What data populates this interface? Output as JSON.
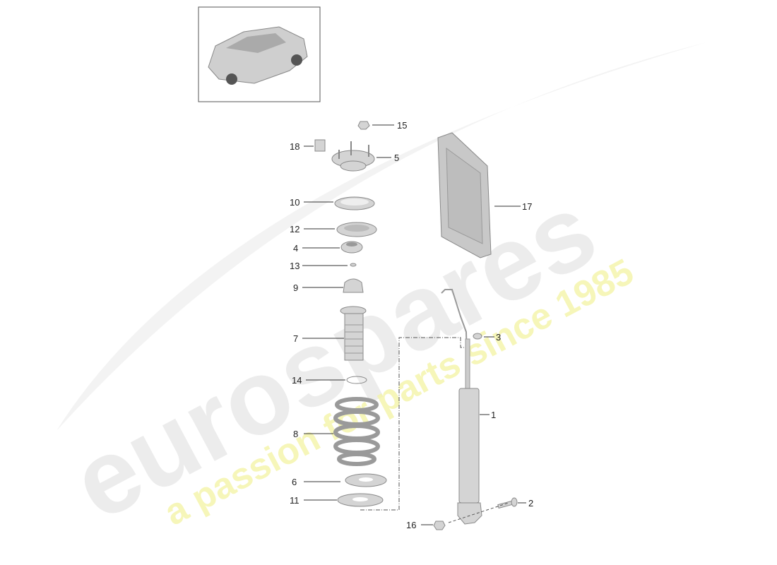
{
  "watermark": {
    "brand": "eurospares",
    "tagline": "a passion for parts since 1985",
    "brand_color": "#e8e8e8",
    "tagline_color": "#f4f4a8"
  },
  "thumbnail": {
    "subject": "car-rear-view"
  },
  "callouts": [
    {
      "id": "1",
      "label": "1"
    },
    {
      "id": "2",
      "label": "2"
    },
    {
      "id": "3",
      "label": "3"
    },
    {
      "id": "4",
      "label": "4"
    },
    {
      "id": "5",
      "label": "5"
    },
    {
      "id": "6",
      "label": "6"
    },
    {
      "id": "7",
      "label": "7"
    },
    {
      "id": "8",
      "label": "8"
    },
    {
      "id": "9",
      "label": "9"
    },
    {
      "id": "10",
      "label": "10"
    },
    {
      "id": "11",
      "label": "11"
    },
    {
      "id": "12",
      "label": "12"
    },
    {
      "id": "13",
      "label": "13"
    },
    {
      "id": "14",
      "label": "14"
    },
    {
      "id": "15",
      "label": "15"
    },
    {
      "id": "16",
      "label": "16"
    },
    {
      "id": "17",
      "label": "17"
    },
    {
      "id": "18",
      "label": "18"
    }
  ]
}
